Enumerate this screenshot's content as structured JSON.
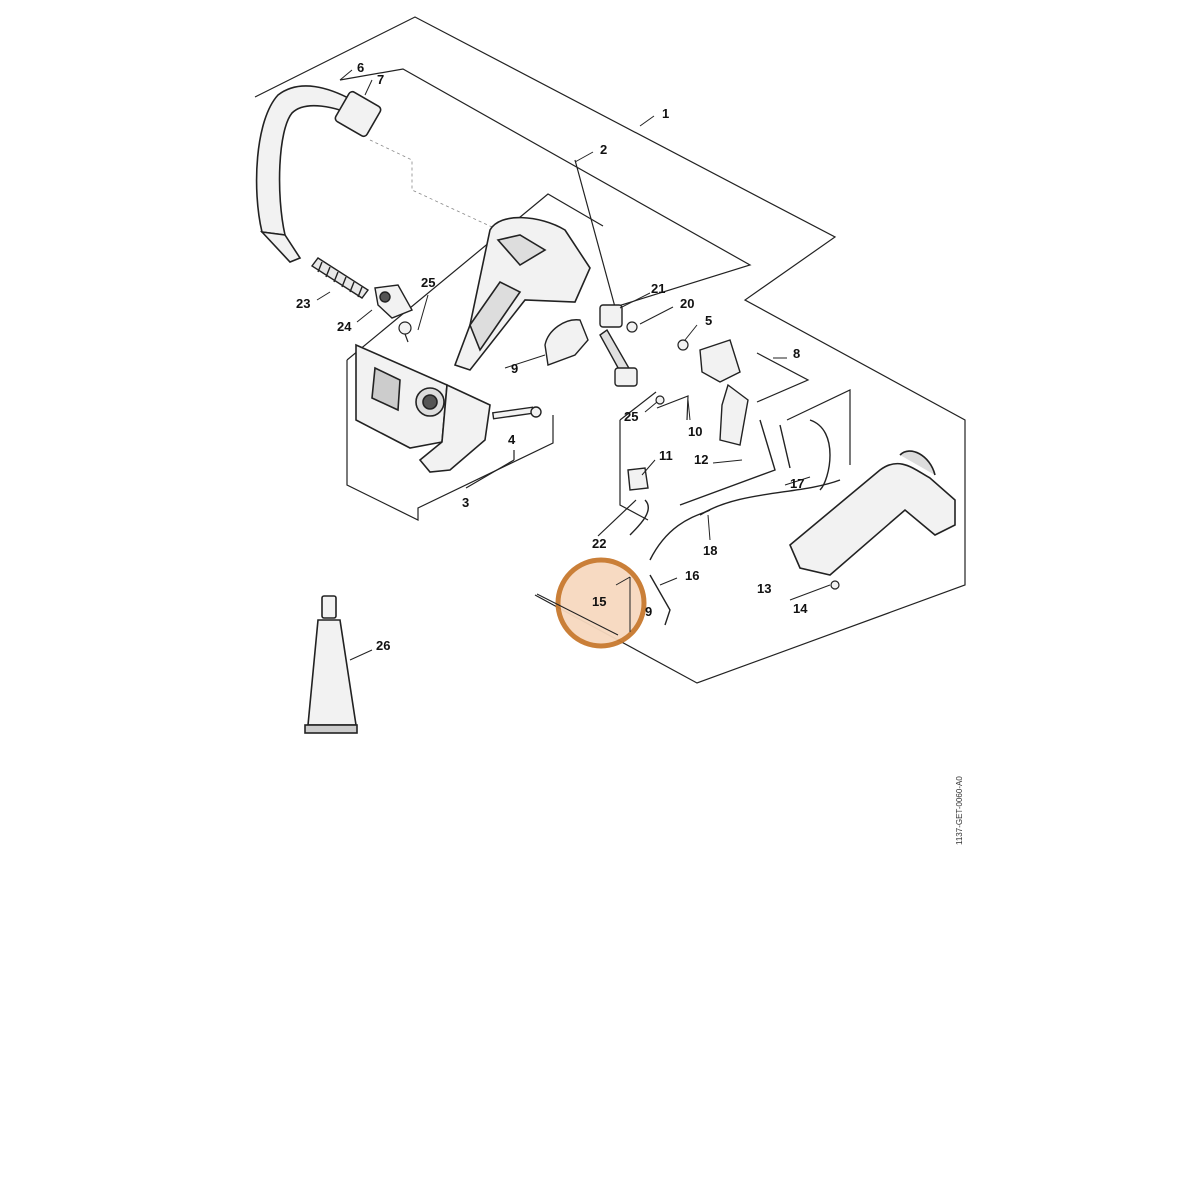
{
  "callouts": {
    "p1": "1",
    "p2": "2",
    "p3": "3",
    "p4": "4",
    "p5": "5",
    "p6": "6",
    "p7": "7",
    "p8": "8",
    "p9a": "9",
    "p9b": "9",
    "p10": "10",
    "p11": "11",
    "p12": "12",
    "p13": "13",
    "p14": "14",
    "p15": "15",
    "p16": "16",
    "p17": "17",
    "p18": "18",
    "p20": "20",
    "p21": "21",
    "p22": "22",
    "p23": "23",
    "p24": "24",
    "p25a": "25",
    "p25b": "25",
    "p26": "26"
  },
  "highlight": {
    "label": "15",
    "fill": "#f7d9bf",
    "stroke": "#c8792e"
  },
  "doc_code": "1137-GET-0060-A0",
  "colors": {
    "line": "#222222",
    "part_fill": "#f2f2f2",
    "part_dark": "#555555"
  }
}
